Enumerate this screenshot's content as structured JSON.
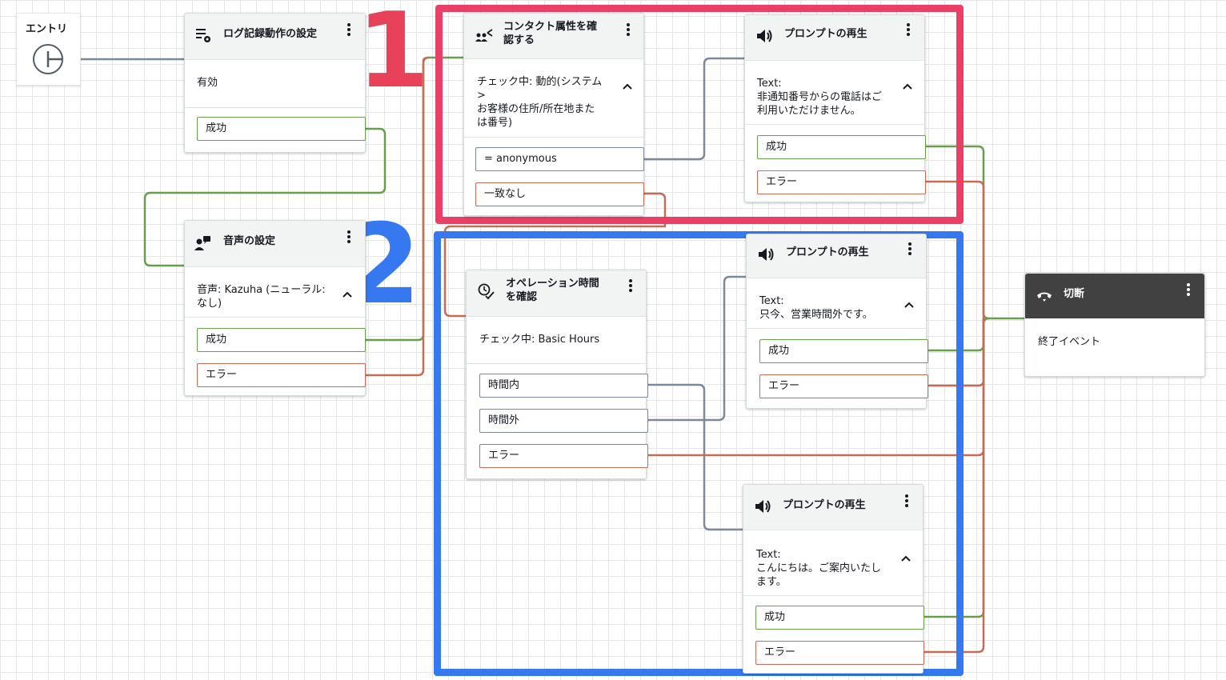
{
  "entry": {
    "label": "エントリ"
  },
  "highlights": {
    "box1": {
      "number": "1",
      "number_color": "#e8415a",
      "frame_color": "#ea3f66"
    },
    "box2": {
      "number": "2",
      "number_color": "#3578f0",
      "frame_color": "#3578f0"
    }
  },
  "colors": {
    "success": "#6a9e4f",
    "error": "#c66b55",
    "neutral": "#7d8998"
  },
  "blocks": {
    "logging": {
      "title": "ログ記録動作の設定",
      "icon": "log-settings-icon",
      "body": "有効",
      "branches": {
        "success": "成功"
      }
    },
    "voice": {
      "title": "音声の設定",
      "icon": "voice-settings-icon",
      "body_line1": "音声: Kazuha (ニューラル:",
      "body_line2": "なし)",
      "branches": {
        "success": "成功",
        "error": "エラー"
      }
    },
    "check_attr": {
      "title_line1": "コンタクト属性を確",
      "title_line2": "認する",
      "icon": "contact-attribute-icon",
      "body_line1": "チェック中: 動的(システム",
      "body_line2": ">",
      "body_line3": "お客様の住所/所在地また",
      "body_line4": "は番号)",
      "branches": {
        "match": "= anonymous",
        "no_match": "一致なし"
      }
    },
    "prompt_anonymous": {
      "title": "プロンプトの再生",
      "icon": "speaker-icon",
      "text_label": "Text:",
      "text_line1": "非通知番号からの電話はご",
      "text_line2": "利用いただけません。",
      "branches": {
        "success": "成功",
        "error": "エラー"
      }
    },
    "hours": {
      "title_line1": "オペレーション時間",
      "title_line2": "を確認",
      "icon": "clock-check-icon",
      "body": "チェック中: Basic Hours",
      "branches": {
        "in_hours": "時間内",
        "out_hours": "時間外",
        "error": "エラー"
      }
    },
    "prompt_closed": {
      "title": "プロンプトの再生",
      "icon": "speaker-icon",
      "text_label": "Text:",
      "text_line1": "只今、営業時間外です。",
      "branches": {
        "success": "成功",
        "error": "エラー"
      }
    },
    "prompt_welcome": {
      "title": "プロンプトの再生",
      "icon": "speaker-icon",
      "text_label": "Text:",
      "text_line1": "こんにちは。ご案内いたし",
      "text_line2": "ます。",
      "branches": {
        "success": "成功",
        "error": "エラー"
      }
    },
    "disconnect": {
      "title": "切断",
      "icon": "hang-up-icon",
      "body": "終了イベント"
    }
  }
}
